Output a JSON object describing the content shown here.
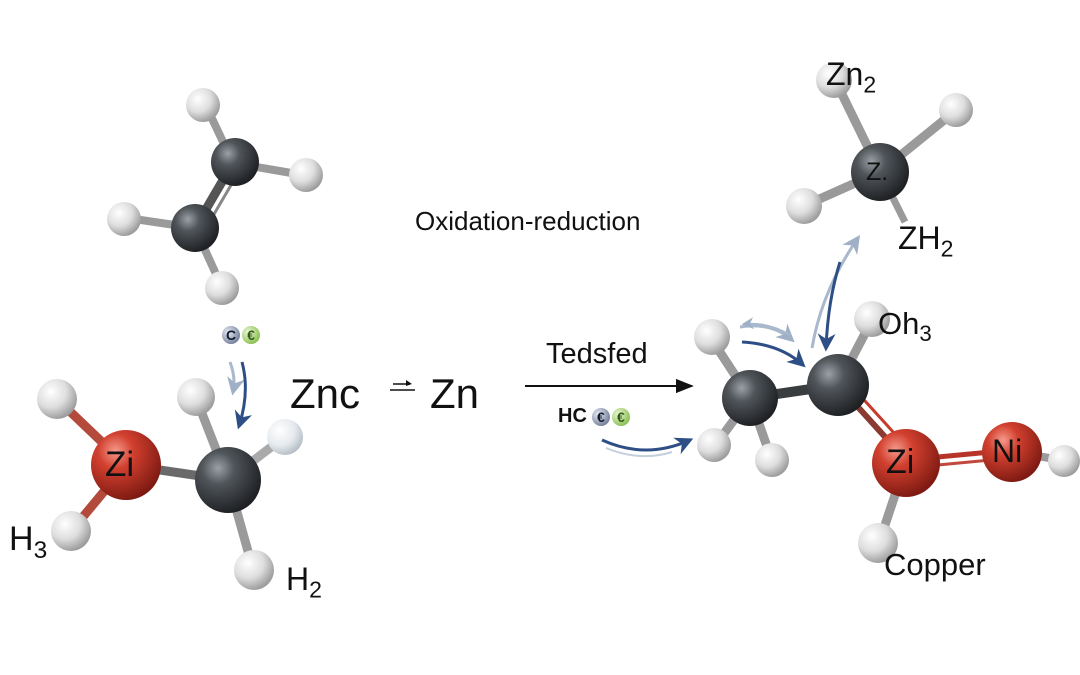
{
  "title": "Oxidation-reduction",
  "equation": {
    "left": "Znc",
    "arrow_symbol": "⇀",
    "right": "Zn"
  },
  "reaction_arrow_label": "Tedsfed",
  "left_molecule": {
    "center_label": "Zi",
    "h3_label": {
      "main": "H",
      "sub": "3"
    },
    "h2_label": {
      "main": "H",
      "sub": "2"
    }
  },
  "catalyst_top": {
    "text1": "C",
    "symbol": "€"
  },
  "catalyst_bottom": {
    "prefix": "HC",
    "symbol1": "€",
    "symbol2": "€"
  },
  "right_molecule": {
    "oh3_label": {
      "main": "Oh",
      "sub": "3"
    },
    "zi_label": "Zi",
    "ni_label": "Ni",
    "copper_label": "Copper"
  },
  "top_right_molecule": {
    "center_label": "Z.",
    "zn2_label": {
      "main": "Zn",
      "sub": "2"
    },
    "zh2_label": {
      "main": "ZH",
      "sub": "2"
    }
  },
  "colors": {
    "carbon": "#3a3d40",
    "hydrogen": "#e6e6e6",
    "zinc_red": "#c83a2c",
    "arrow_blue": "#2e4f86",
    "arrow_light": "#a9b8cc",
    "reaction_arrow": "#111111"
  }
}
